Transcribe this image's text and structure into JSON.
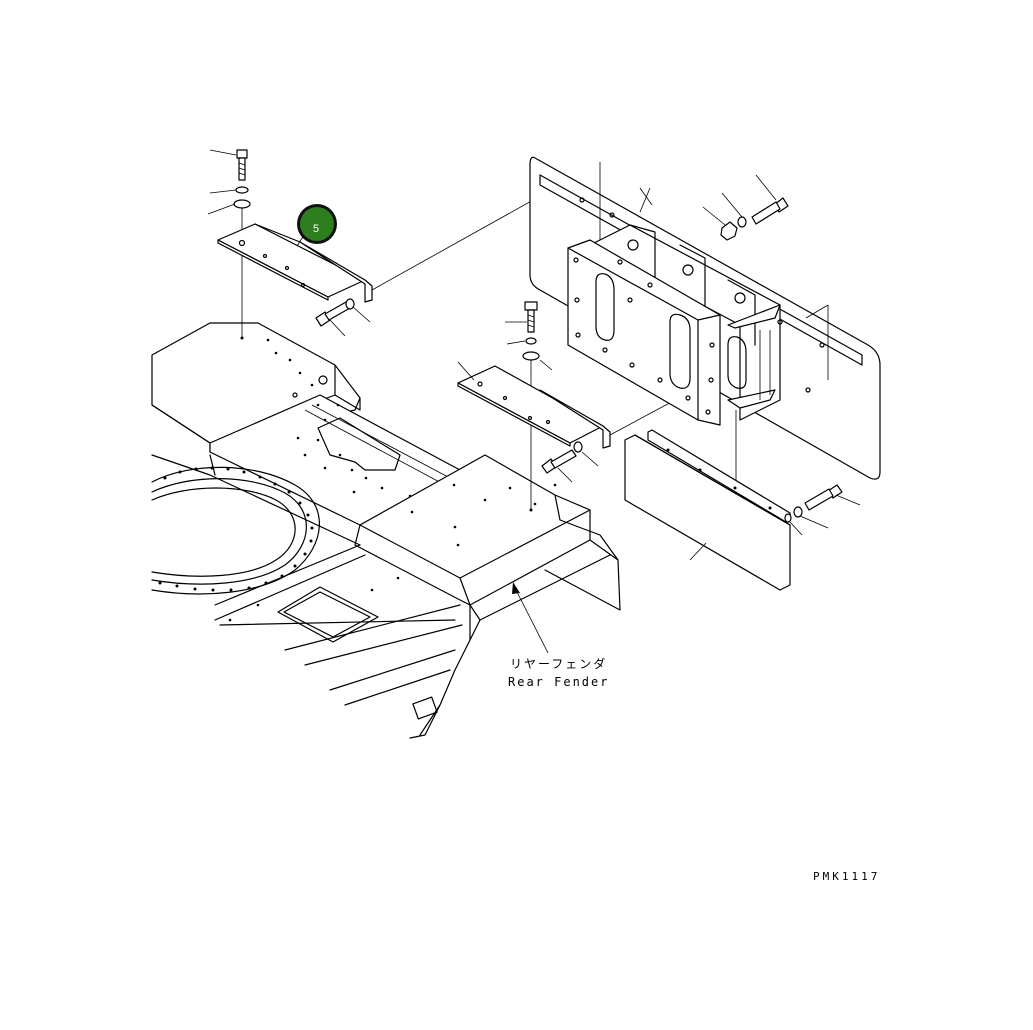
{
  "labels": {
    "rear_fender_jp": "リヤーフェンダ",
    "rear_fender_en": "Rear Fender",
    "drawing_code": "PMK1117"
  },
  "callout": {
    "number": "5",
    "fill": "#2e7d1f",
    "ring": "#111111"
  }
}
